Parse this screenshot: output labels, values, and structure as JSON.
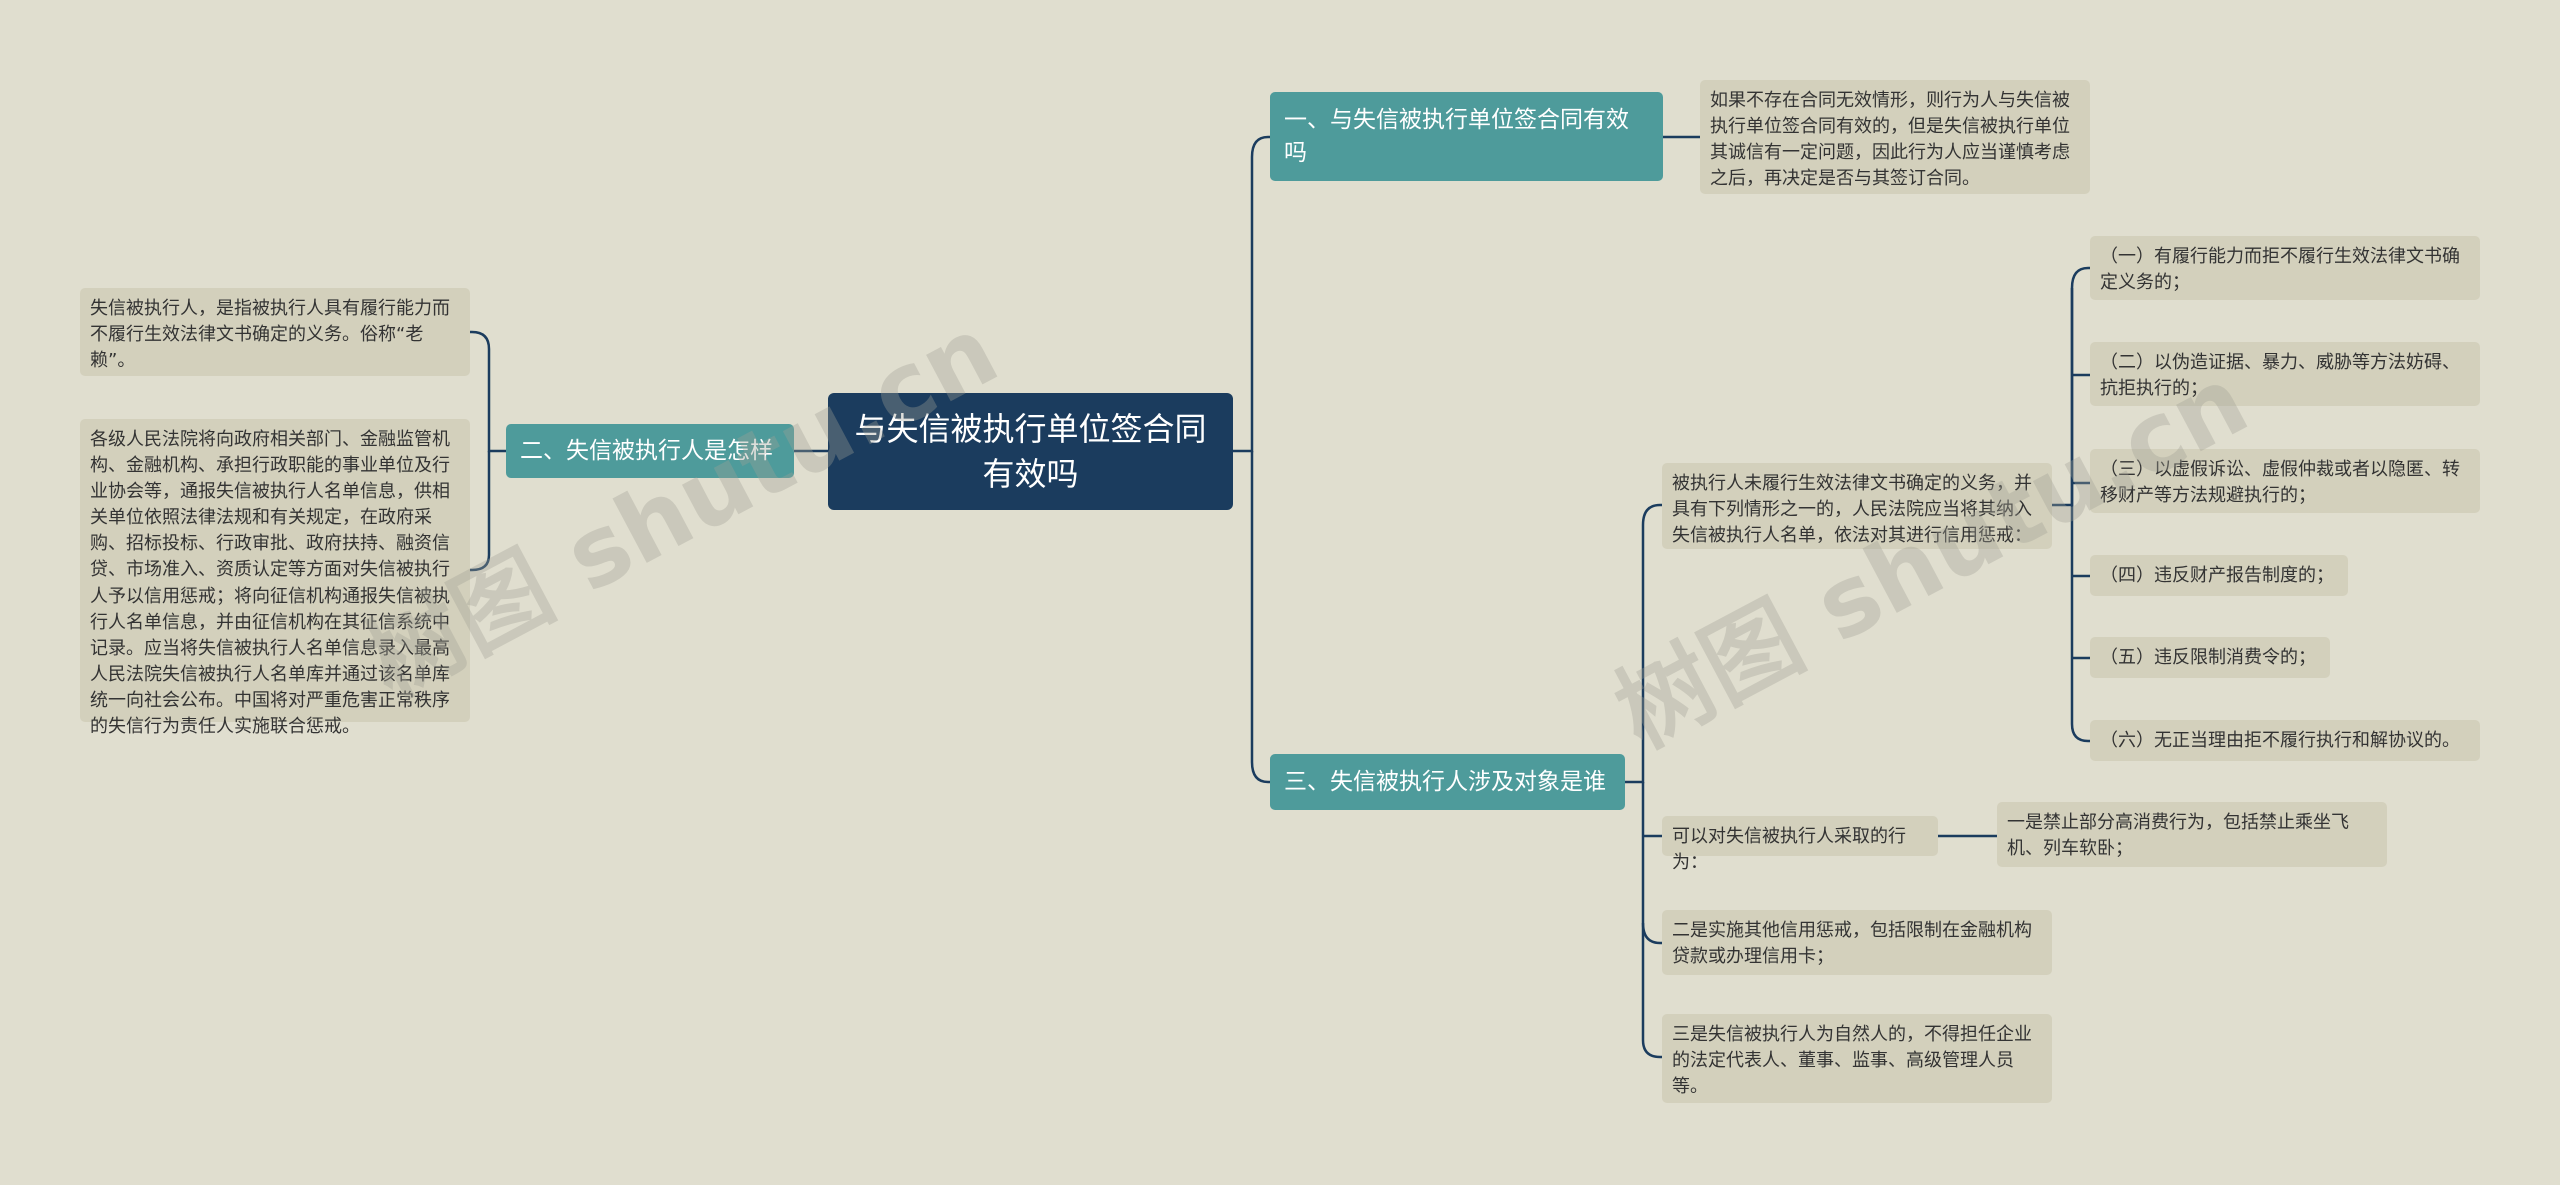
{
  "root": {
    "title": "与失信被执行单位签合同有效吗"
  },
  "watermark": "树图 shutu.cn",
  "branch1": {
    "label": "一、与失信被执行单位签合同有效吗",
    "text": "如果不存在合同无效情形，则行为人与失信被执行单位签合同有效的，但是失信被执行单位其诚信有一定问题，因此行为人应当谨慎考虑之后，再决定是否与其签订合同。"
  },
  "branch2": {
    "label": "二、失信被执行人是怎样",
    "items": [
      "失信被执行人，是指被执行人具有履行能力而不履行生效法律文书确定的义务。俗称“老赖”。",
      "各级人民法院将向政府相关部门、金融监管机构、金融机构、承担行政职能的事业单位及行业协会等，通报失信被执行人名单信息，供相关单位依照法律法规和有关规定，在政府采购、招标投标、行政审批、政府扶持、融资信贷、市场准入、资质认定等方面对失信被执行人予以信用惩戒；将向征信机构通报失信被执行人名单信息，并由征信机构在其征信系统中记录。应当将失信被执行人名单信息录入最高人民法院失信被执行人名单库并通过该名单库统一向社会公布。中国将对严重危害正常秩序的失信行为责任人实施联合惩戒。"
    ]
  },
  "branch3": {
    "label": "三、失信被执行人涉及对象是谁",
    "intro": "被执行人未履行生效法律文书确定的义务，并具有下列情形之一的，人民法院应当将其纳入失信被执行人名单，依法对其进行信用惩戒：",
    "conditions": [
      "（一）有履行能力而拒不履行生效法律文书确定义务的；",
      "（二）以伪造证据、暴力、威胁等方法妨碍、抗拒执行的；",
      "（三）以虚假诉讼、虚假仲裁或者以隐匿、转移财产等方法规避执行的；",
      "（四）违反财产报告制度的；",
      "（五）违反限制消费令的；",
      "（六）无正当理由拒不履行执行和解协议的。"
    ],
    "actions_label": "可以对失信被执行人采取的行为：",
    "action_first": "一是禁止部分高消费行为，包括禁止乘坐飞机、列车软卧；",
    "action_second": "二是实施其他信用惩戒，包括限制在金融机构贷款或办理信用卡；",
    "action_third": "三是失信被执行人为自然人的，不得担任企业的法定代表人、董事、监事、高级管理人员等。"
  }
}
